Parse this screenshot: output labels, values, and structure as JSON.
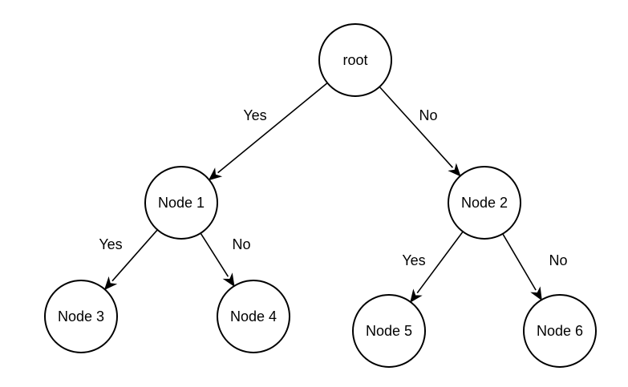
{
  "diagram": {
    "type": "binary-decision-tree",
    "nodes": [
      {
        "id": "root",
        "label": "root"
      },
      {
        "id": "node1",
        "label": "Node 1"
      },
      {
        "id": "node2",
        "label": "Node 2"
      },
      {
        "id": "node3",
        "label": "Node 3"
      },
      {
        "id": "node4",
        "label": "Node 4"
      },
      {
        "id": "node5",
        "label": "Node 5"
      },
      {
        "id": "node6",
        "label": "Node 6"
      }
    ],
    "edges": [
      {
        "from": "root",
        "to": "node1",
        "label": "Yes"
      },
      {
        "from": "root",
        "to": "node2",
        "label": "No"
      },
      {
        "from": "node1",
        "to": "node3",
        "label": "Yes"
      },
      {
        "from": "node1",
        "to": "node4",
        "label": "No"
      },
      {
        "from": "node2",
        "to": "node5",
        "label": "Yes"
      },
      {
        "from": "node2",
        "to": "node6",
        "label": "No"
      }
    ]
  }
}
